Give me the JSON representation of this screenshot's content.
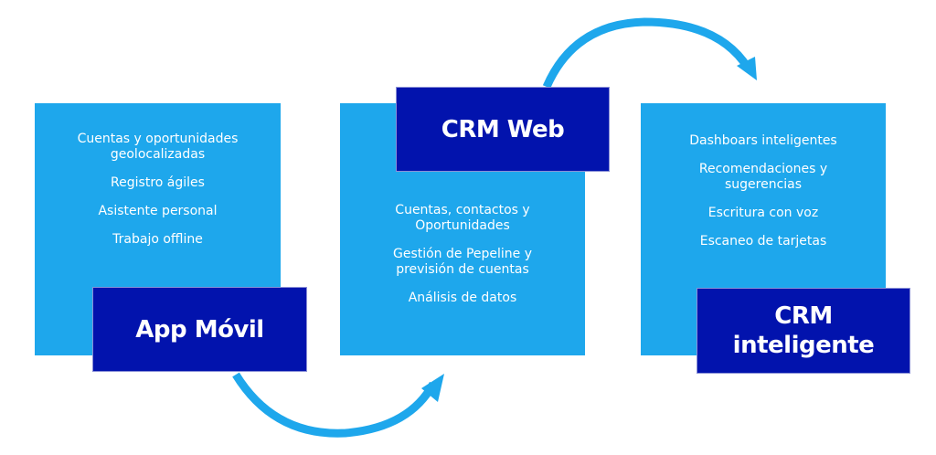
{
  "colors": {
    "panel": "#1ea7ec",
    "label": "#0213ad",
    "arrow": "#1ea7ec",
    "text": "#ffffff"
  },
  "stages": [
    {
      "title": "App Móvil",
      "items": [
        "Cuentas y oportunidades\ngeolocalizadas",
        "Registro ágiles",
        "Asistente personal",
        "Trabajo offline"
      ]
    },
    {
      "title": "CRM Web",
      "items": [
        "Cuentas, contactos y\nOportunidades",
        "Gestión de Pepeline y\nprevisión de cuentas",
        "Análisis de datos"
      ]
    },
    {
      "title": "CRM\ninteligente",
      "items": [
        "Dashboars inteligentes",
        "Recomendaciones y\nsugerencias",
        "Escritura con voz",
        "Escaneo de tarjetas"
      ]
    }
  ],
  "arrows": [
    {
      "from": "App Móvil",
      "to": "CRM Web",
      "icon": "curved-arrow-icon"
    },
    {
      "from": "CRM Web",
      "to": "CRM inteligente",
      "icon": "curved-arrow-icon"
    }
  ]
}
